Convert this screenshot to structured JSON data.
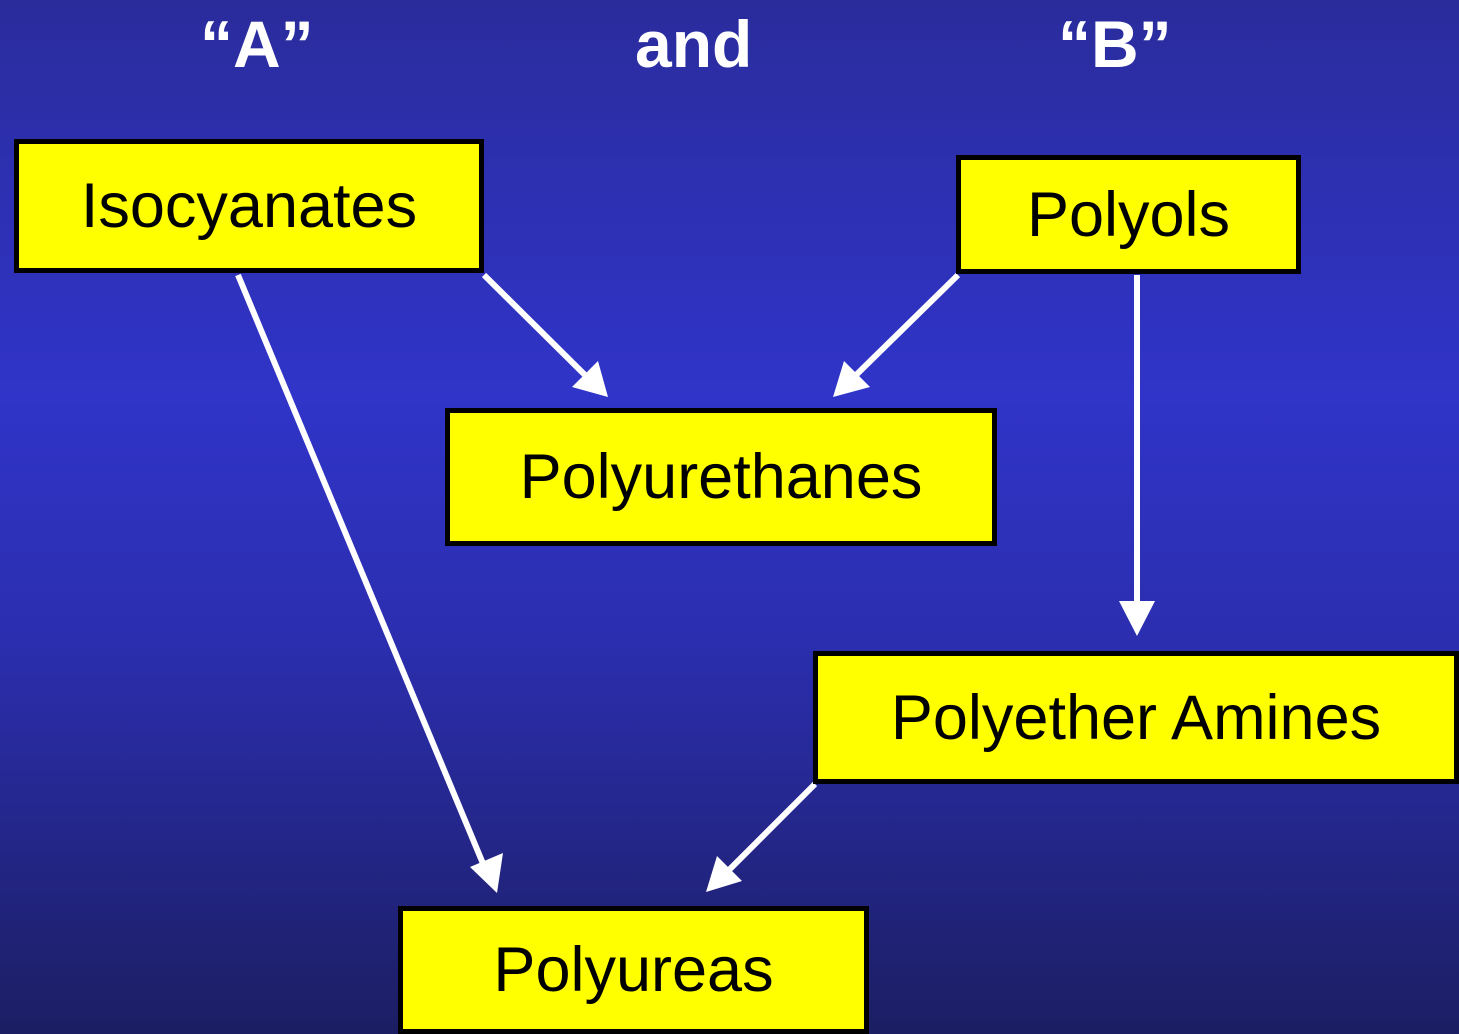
{
  "headings": {
    "a": "“A”",
    "and": "and",
    "b": "“B”"
  },
  "nodes": {
    "isocyanates": "Isocyanates",
    "polyols": "Polyols",
    "polyurethanes": "Polyurethanes",
    "polyether_amines": "Polyether Amines",
    "polyureas": "Polyureas"
  },
  "edges": [
    {
      "from": "Isocyanates",
      "to": "Polyurethanes"
    },
    {
      "from": "Polyols",
      "to": "Polyurethanes"
    },
    {
      "from": "Polyols",
      "to": "Polyether Amines"
    },
    {
      "from": "Isocyanates",
      "to": "Polyureas"
    },
    {
      "from": "Polyether Amines",
      "to": "Polyureas"
    }
  ],
  "colors": {
    "node_fill": "#ffff00",
    "node_border": "#000000",
    "arrow": "#ffffff",
    "heading_text": "#ffffff"
  }
}
